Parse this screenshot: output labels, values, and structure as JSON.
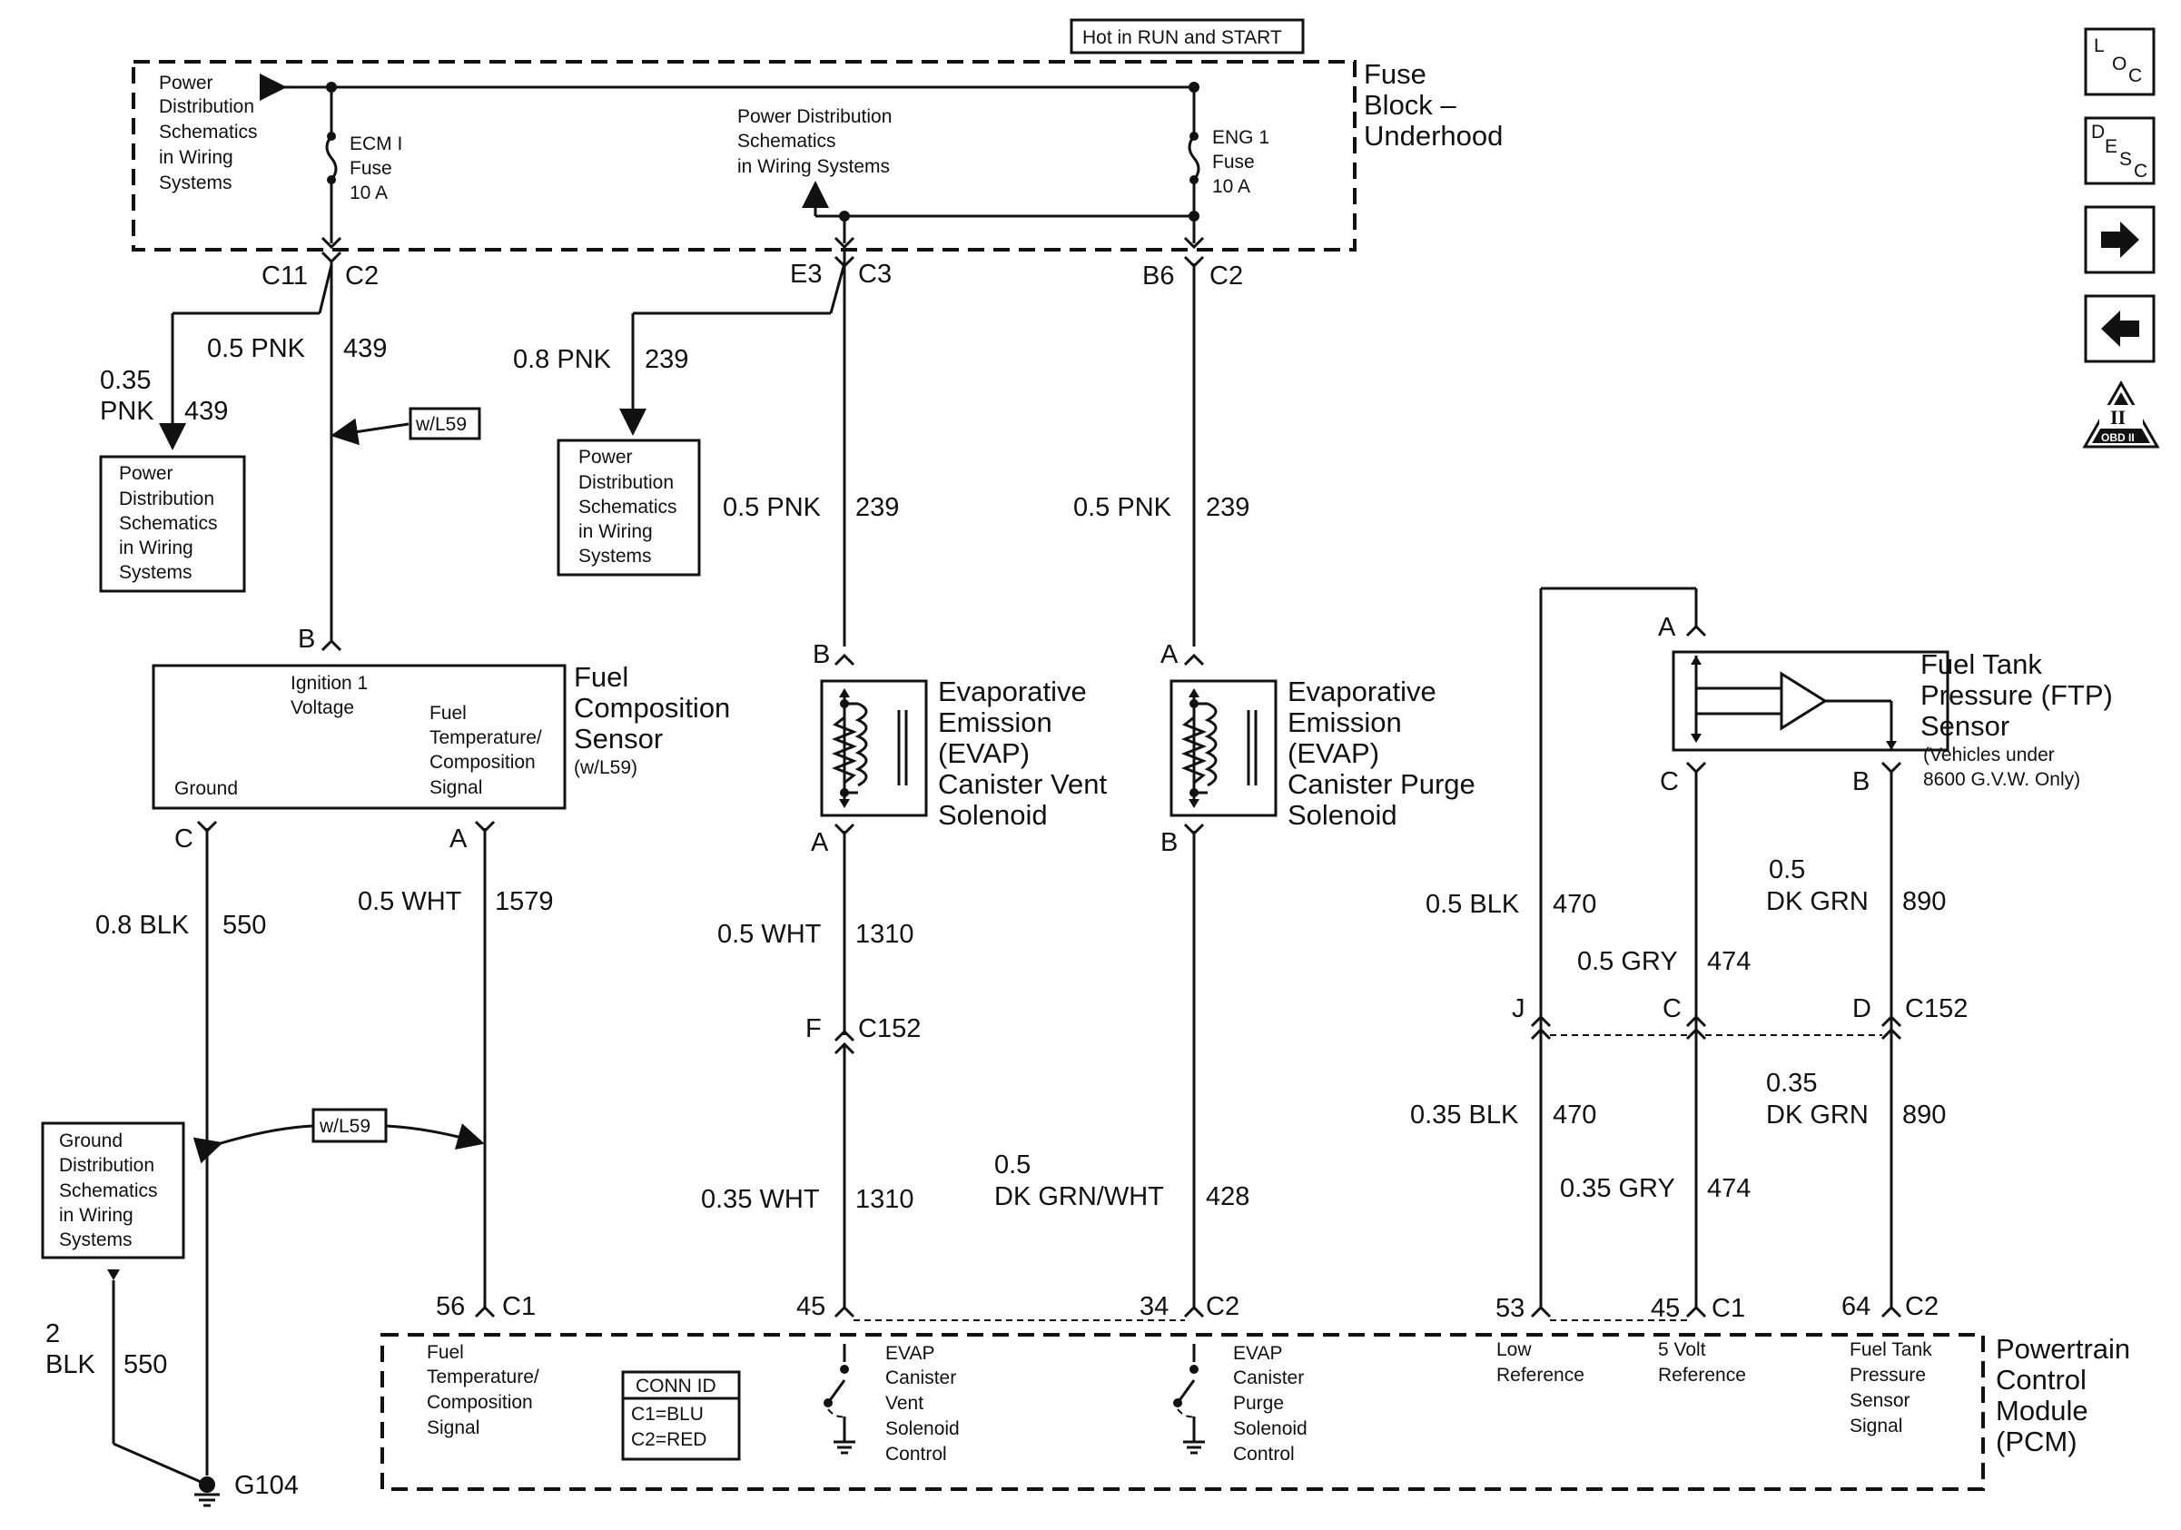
{
  "hot_label": "Hot in RUN and START",
  "fuse_block": {
    "title_lines": [
      "Fuse",
      "Block –",
      "Underhood"
    ],
    "pd_left": [
      "Power",
      "Distribution",
      "Schematics",
      "in Wiring",
      "Systems"
    ],
    "pd_center": [
      "Power Distribution",
      "Schematics",
      "in Wiring Systems"
    ],
    "fuse_ecm": [
      "ECM I",
      "Fuse",
      "10 A"
    ],
    "fuse_eng": [
      "ENG 1",
      "Fuse",
      "10 A"
    ]
  },
  "connectors": {
    "c11": "C11",
    "c2a": "C2",
    "e3": "E3",
    "c3": "C3",
    "b6": "B6",
    "c2b": "C2",
    "fcs_b": "B",
    "fcs_c": "C",
    "fcs_a": "A",
    "vent_b": "B",
    "vent_a": "A",
    "purge_a": "A",
    "purge_b": "B",
    "c152_f": "F",
    "c152": "C152",
    "c152_b": "C152",
    "ftp_a": "A",
    "ftp_c": "C",
    "ftp_b": "B",
    "j": "J",
    "c": "C",
    "d": "D",
    "p56": "56",
    "c1a": "C1",
    "p45": "45",
    "p34": "34",
    "c2c": "C2",
    "p53": "53",
    "p45b": "45",
    "c1b": "C1",
    "p64": "64",
    "c2d": "C2"
  },
  "wires": {
    "pnk439_main": [
      "0.5 PNK",
      "439"
    ],
    "pnk439_branch": [
      "0.35",
      "PNK",
      "439"
    ],
    "pnk239_branch": [
      "0.8 PNK",
      "239"
    ],
    "pnk239_vent": [
      "0.5 PNK",
      "239"
    ],
    "pnk239_purge": [
      "0.5 PNK",
      "239"
    ],
    "blk550": [
      "0.8 BLK",
      "550"
    ],
    "wht1579": [
      "0.5 WHT",
      "1579"
    ],
    "wht1310_a": [
      "0.5 WHT",
      "1310"
    ],
    "wht1310_b": [
      "0.35 WHT",
      "1310"
    ],
    "dkgrnwht428": [
      "0.5",
      "DK GRN/WHT",
      "428"
    ],
    "blk470_a": [
      "0.5 BLK",
      "470"
    ],
    "gry474_a": [
      "0.5 GRY",
      "474"
    ],
    "dkgrn890_a": [
      "0.5",
      "DK GRN",
      "890"
    ],
    "blk470_b": [
      "0.35 BLK",
      "470"
    ],
    "gry474_b": [
      "0.35 GRY",
      "474"
    ],
    "dkgrn890_b": [
      "0.35",
      "DK GRN",
      "890"
    ],
    "blk550_ground": [
      "2",
      "BLK",
      "550"
    ]
  },
  "option_tag": "w/L59",
  "power_dist_box_1": [
    "Power",
    "Distribution",
    "Schematics",
    "in Wiring",
    "Systems"
  ],
  "power_dist_box_2": [
    "Power",
    "Distribution",
    "Schematics",
    "in Wiring",
    "Systems"
  ],
  "ground_dist_box": [
    "Ground",
    "Distribution",
    "Schematics",
    "in Wiring",
    "Systems"
  ],
  "fcs": {
    "title": [
      "Fuel",
      "Composition",
      "Sensor",
      "(w/L59)"
    ],
    "ignition": [
      "Ignition 1",
      "Voltage"
    ],
    "signal": [
      "Fuel",
      "Temperature/",
      "Composition",
      "Signal"
    ],
    "ground": "Ground"
  },
  "vent": {
    "title": [
      "Evaporative",
      "Emission",
      "(EVAP)",
      "Canister Vent",
      "Solenoid"
    ]
  },
  "purge": {
    "title": [
      "Evaporative",
      "Emission",
      "(EVAP)",
      "Canister Purge",
      "Solenoid"
    ]
  },
  "ftp": {
    "title": [
      "Fuel Tank",
      "Pressure (FTP)",
      "Sensor"
    ],
    "note": [
      "(Vehicles under",
      "8600 G.V.W. Only)"
    ]
  },
  "ground_label": "G104",
  "pcm": {
    "title": [
      "Powertrain",
      "Control",
      "Module",
      "(PCM)"
    ],
    "fuel_signal": [
      "Fuel",
      "Temperature/",
      "Composition",
      "Signal"
    ],
    "conn_id": [
      "CONN ID",
      "C1=BLU",
      "C2=RED"
    ],
    "vent_ctrl": [
      "EVAP",
      "Canister",
      "Vent",
      "Solenoid",
      "Control"
    ],
    "purge_ctrl": [
      "EVAP",
      "Canister",
      "Purge",
      "Solenoid",
      "Control"
    ],
    "low_ref": [
      "Low",
      "Reference"
    ],
    "volt_ref": [
      "5 Volt",
      "Reference"
    ],
    "ftp_signal": [
      "Fuel Tank",
      "Pressure",
      "Sensor",
      "Signal"
    ]
  },
  "nav": {
    "loc": [
      "L",
      "O",
      "C"
    ],
    "desc": [
      "D",
      "E",
      "S",
      "C"
    ],
    "obd_numeral": "II",
    "obd_label": "OBD II"
  }
}
